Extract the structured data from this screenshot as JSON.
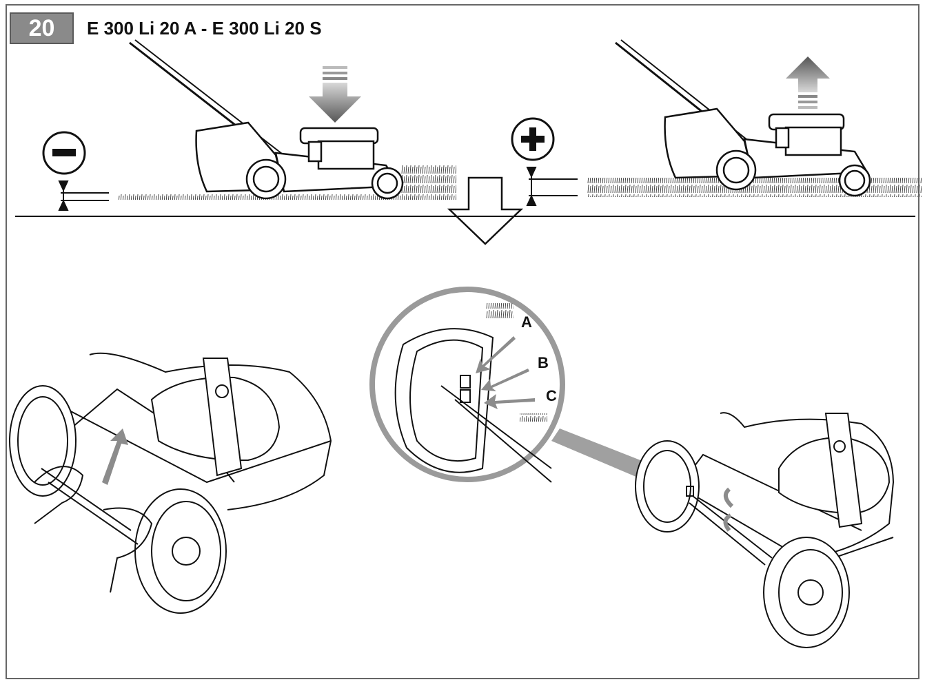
{
  "header": {
    "figure_number": "20",
    "title": "E 300 Li 20 A - E 300 Li 20 S"
  },
  "adjuster_labels": {
    "a": "A",
    "b": "B",
    "c": "C"
  },
  "icons": {
    "decrease": "minus-circle-icon",
    "increase": "plus-circle-icon",
    "push_down": "down-arrow-icon",
    "lift_up": "up-arrow-icon",
    "step_next": "outline-down-arrow-icon",
    "rotate": "rotate-arrow-icon"
  },
  "colors": {
    "badge_background": "#8a8a8a",
    "arrow_gray": "#8c8c8c",
    "zoom_circle": "#9a9a9a"
  }
}
